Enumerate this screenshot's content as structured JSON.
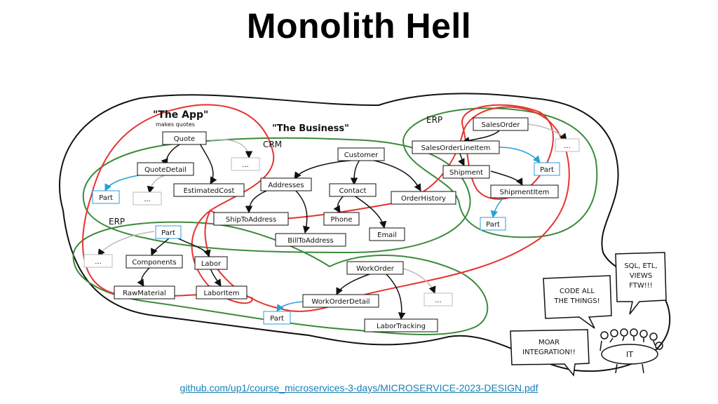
{
  "title": "Monolith Hell",
  "regions": {
    "the_app": "\"The App\"",
    "the_app_sub": "makes quotes",
    "the_business": "\"The Business\"",
    "crm": "CRM",
    "erp_top": "ERP",
    "erp_left": "ERP"
  },
  "boxes": {
    "quote": "Quote",
    "quote_detail": "QuoteDetail",
    "estimated_cost": "EstimatedCost",
    "part_app": "Part",
    "ellipsis_app_1": "...",
    "ellipsis_app_2": "...",
    "customer": "Customer",
    "addresses": "Addresses",
    "contact": "Contact",
    "order_history": "OrderHistory",
    "ship_to_address": "ShipToAddress",
    "bill_to_address": "BillToAddress",
    "phone": "Phone",
    "email": "Email",
    "sales_order": "SalesOrder",
    "sales_order_line_item": "SalesOrderLineItem",
    "shipment": "Shipment",
    "shipment_item": "ShipmentItem",
    "part_erp_top_1": "Part",
    "part_erp_top_2": "Part",
    "ellipsis_erp_top": "...",
    "part_erp_left": "Part",
    "ellipsis_erp_left": "...",
    "components": "Components",
    "labor": "Labor",
    "raw_material": "RawMaterial",
    "labor_item": "LaborItem",
    "work_order": "WorkOrder",
    "work_order_detail": "WorkOrderDetail",
    "labor_tracking": "LaborTracking",
    "part_work": "Part",
    "ellipsis_work": "..."
  },
  "speech": {
    "code_all": [
      "CODE ALL",
      "THE THINGS!"
    ],
    "sql_etl": [
      "SQL, ETL,",
      "VIEWS",
      "FTW!!!"
    ],
    "moar": [
      "MOAR",
      "INTEGRATION!!"
    ],
    "it_label": "IT"
  },
  "colors": {
    "red_boundary": "#e8322f",
    "green_boundary": "#3b8a3b",
    "blue_part": "#2a9fd6",
    "gray_placeholder": "#bbbbbb",
    "link": "#1a7fb5"
  },
  "icons": {
    "it_team": "people-around-table-icon"
  },
  "source_link": "github.com/up1/course_microservices-3-days/MICROSERVICE-2023-DESIGN.pdf"
}
